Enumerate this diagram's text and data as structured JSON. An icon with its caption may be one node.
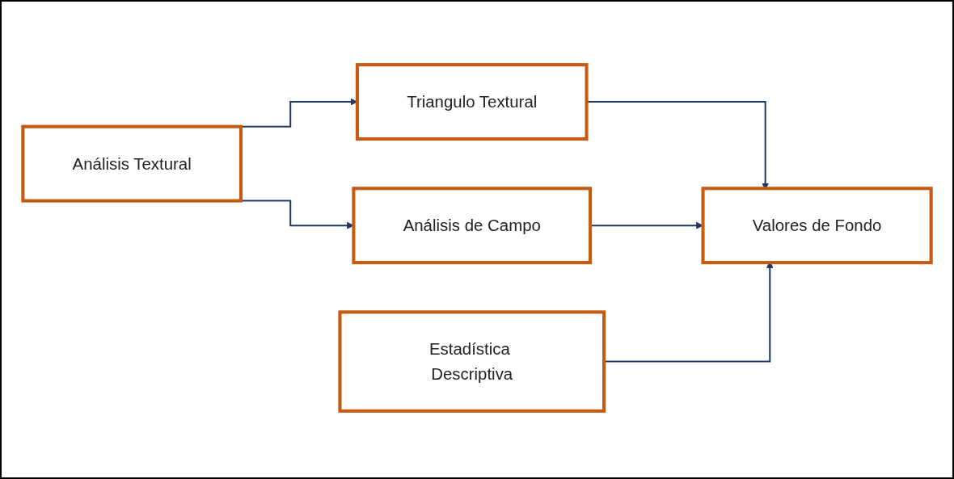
{
  "diagram": {
    "nodes": [
      {
        "text": [
          "Análisis Textural"
        ]
      },
      {
        "text": [
          "Triangulo Textural"
        ]
      },
      {
        "text": [
          "Análisis de Campo"
        ]
      },
      {
        "text": [
          "Estadística Descriptiva"
        ]
      },
      {
        "text": [
          "Valores de Fondo"
        ]
      }
    ],
    "edges": [
      {
        "from": 0,
        "to": 1,
        "arrow": "to"
      },
      {
        "from": 0,
        "to": 2,
        "arrow": "to"
      },
      {
        "from": 1,
        "to": 4,
        "arrow": "to"
      },
      {
        "from": 2,
        "to": 4,
        "arrow": "to"
      },
      {
        "from": 3,
        "to": 4,
        "arrow": "to"
      }
    ]
  }
}
